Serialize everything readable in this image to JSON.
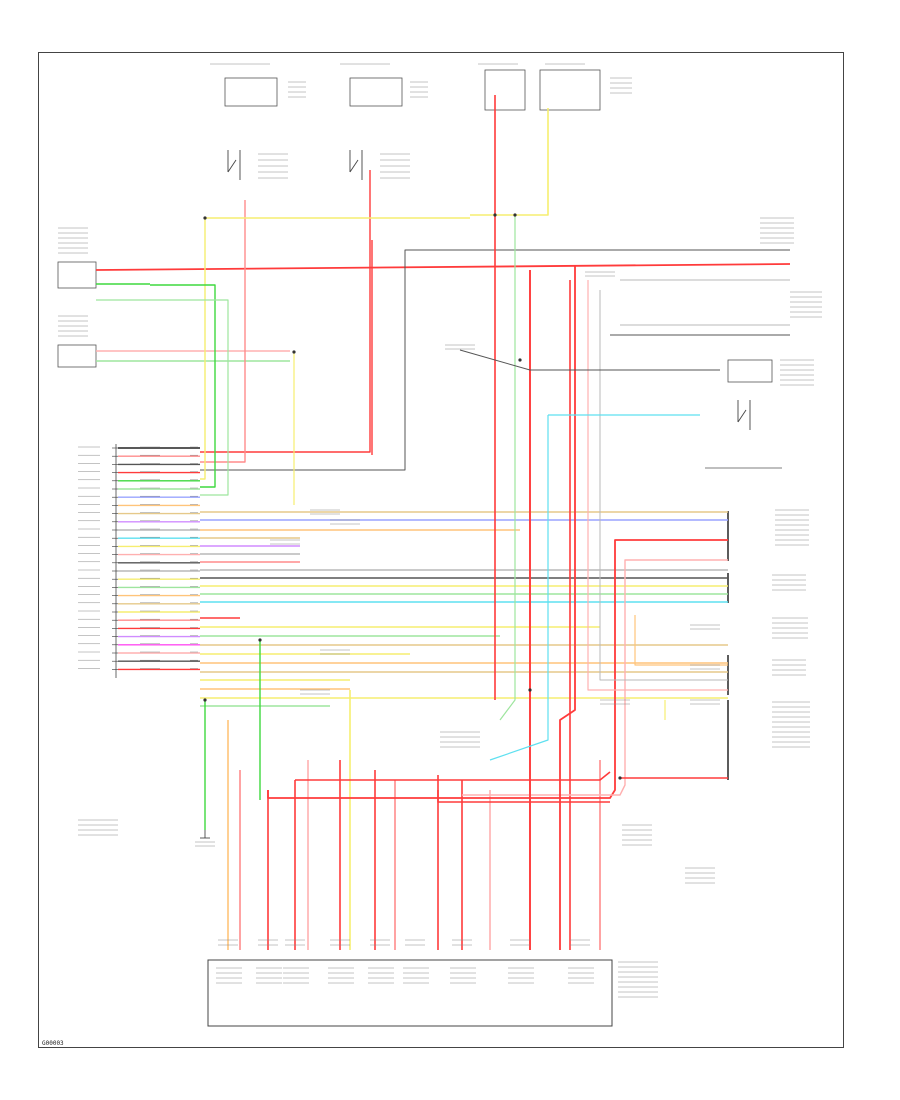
{
  "footer": {
    "code": "G00003"
  },
  "colors": {
    "red": "#ff3b3b",
    "pink": "#ff8c8c",
    "lightred": "#ffb0b0",
    "yellow": "#f6ee70",
    "lightyellow": "#f8f3a8",
    "green": "#3fd83f",
    "lightgreen": "#9ee59e",
    "cyan": "#5ee0f0",
    "orange": "#ffc47a",
    "tan": "#e6c98a",
    "gray": "#b8b8b8",
    "darkgray": "#555555",
    "blue": "#9aa4ff",
    "violet": "#d08cff",
    "magenta": "#ff4df2",
    "black": "#222222",
    "white_stripe": "#e0e0e0"
  },
  "icons": [
    "ground-symbol",
    "switch-symbol",
    "connector-symbol",
    "splice-dot"
  ]
}
